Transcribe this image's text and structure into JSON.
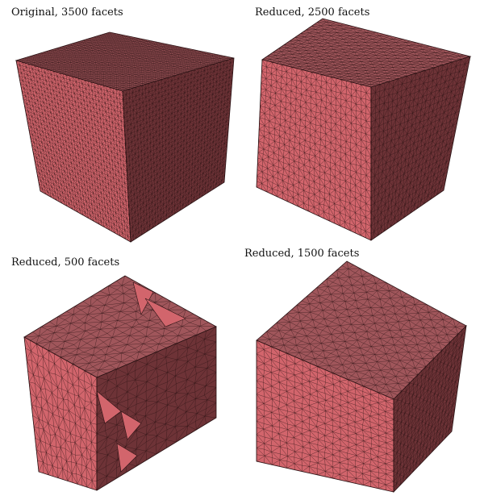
{
  "colors": {
    "top_face": "#a0565b",
    "left_face": "#d2656c",
    "right_face": "#6e3337",
    "mesh_line": "#2a1214",
    "background": "#ffffff"
  },
  "panels": [
    {
      "caption": "Original, 3500 facets",
      "density": "high"
    },
    {
      "caption": "Reduced, 2500 facets",
      "density": "medium"
    },
    {
      "caption": "Reduced, 500 facets",
      "density": "low"
    },
    {
      "caption": "Reduced, 1500 facets",
      "density": "medium-low"
    }
  ]
}
